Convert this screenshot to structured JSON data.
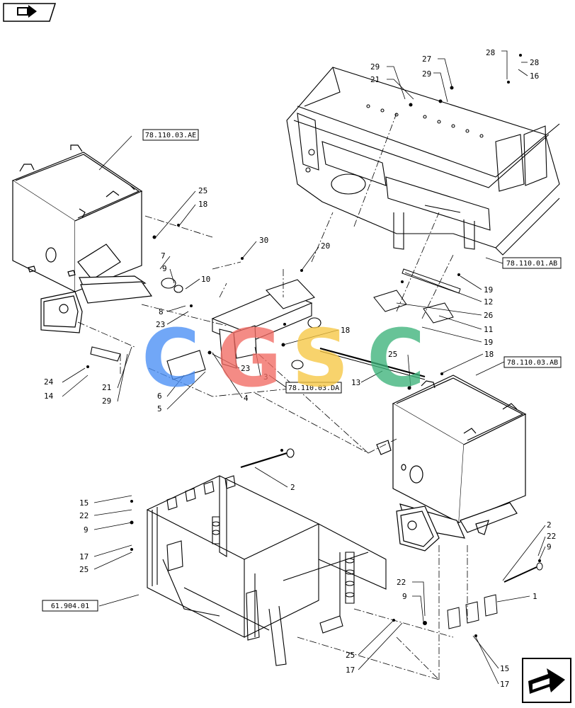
{
  "references": [
    {
      "id": "ref-78-110-03-ae",
      "text": "78.110.03.AE"
    },
    {
      "id": "ref-78-110-01-ab",
      "text": "78.110.01.AB"
    },
    {
      "id": "ref-78-110-03-ab",
      "text": "78.110.03.AB"
    },
    {
      "id": "ref-78-110-03-da",
      "text": "78.110.03.DA"
    },
    {
      "id": "ref-61-904-01",
      "text": "61.904.01"
    }
  ],
  "callouts": [
    "28",
    "28",
    "16",
    "27",
    "29",
    "29",
    "21",
    "25",
    "18",
    "30",
    "20",
    "7",
    "9",
    "10",
    "8",
    "23",
    "19",
    "12",
    "26",
    "11",
    "19",
    "18",
    "25",
    "18",
    "13",
    "23",
    "3",
    "4",
    "24",
    "14",
    "21",
    "29",
    "6",
    "5",
    "2",
    "15",
    "22",
    "9",
    "17",
    "25",
    "2",
    "22",
    "9",
    "22",
    "9",
    "1",
    "25",
    "17",
    "15",
    "17"
  ],
  "watermark": {
    "letters": [
      "C",
      "G",
      "S",
      "C"
    ],
    "colors": [
      "#4a8ff5",
      "#f26b63",
      "#f7c743",
      "#3db37a"
    ]
  },
  "nav": {
    "top_icon": "book-arrow-icon",
    "bottom_icon": "next-page-arrow-icon"
  }
}
